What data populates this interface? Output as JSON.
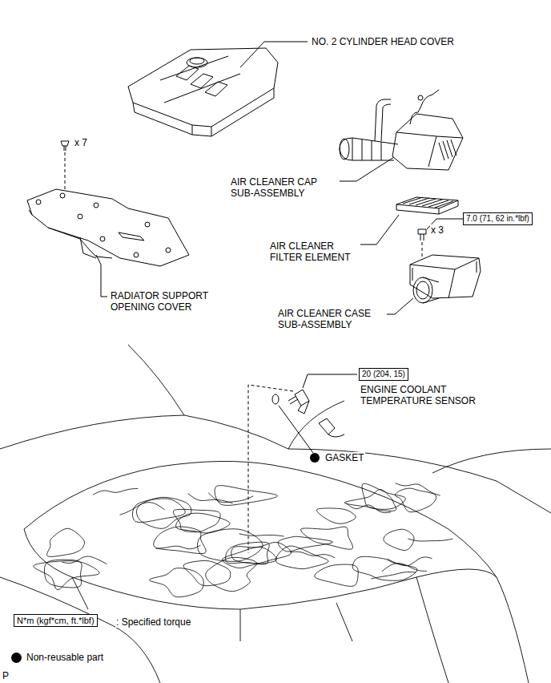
{
  "diagram": {
    "nodes": [
      {
        "text": [
          "7.0 (71, 62 in.*lbf)"
        ]
      },
      {
        "text": [
          "20 (204, 15)"
        ]
      },
      {
        "text": [
          "N*m (kgf*cm, ft.*lbf)"
        ]
      }
    ],
    "labels": [
      "NO. 2 CYLINDER HEAD COVER",
      "x 7",
      "AIR CLEANER CAP SUB-ASSEMBLY",
      "AIR CLEANER FILTER ELEMENT",
      "x 3",
      "AIR CLEANER CASE SUB-ASSEMBLY",
      "RADIATOR SUPPORT OPENING COVER",
      "ENGINE COOLANT TEMPERATURE SENSOR",
      "GASKET",
      ": Specified torque",
      "P"
    ],
    "legend": [
      {
        "text": "Non-reusable part",
        "color": "#000000"
      }
    ]
  }
}
